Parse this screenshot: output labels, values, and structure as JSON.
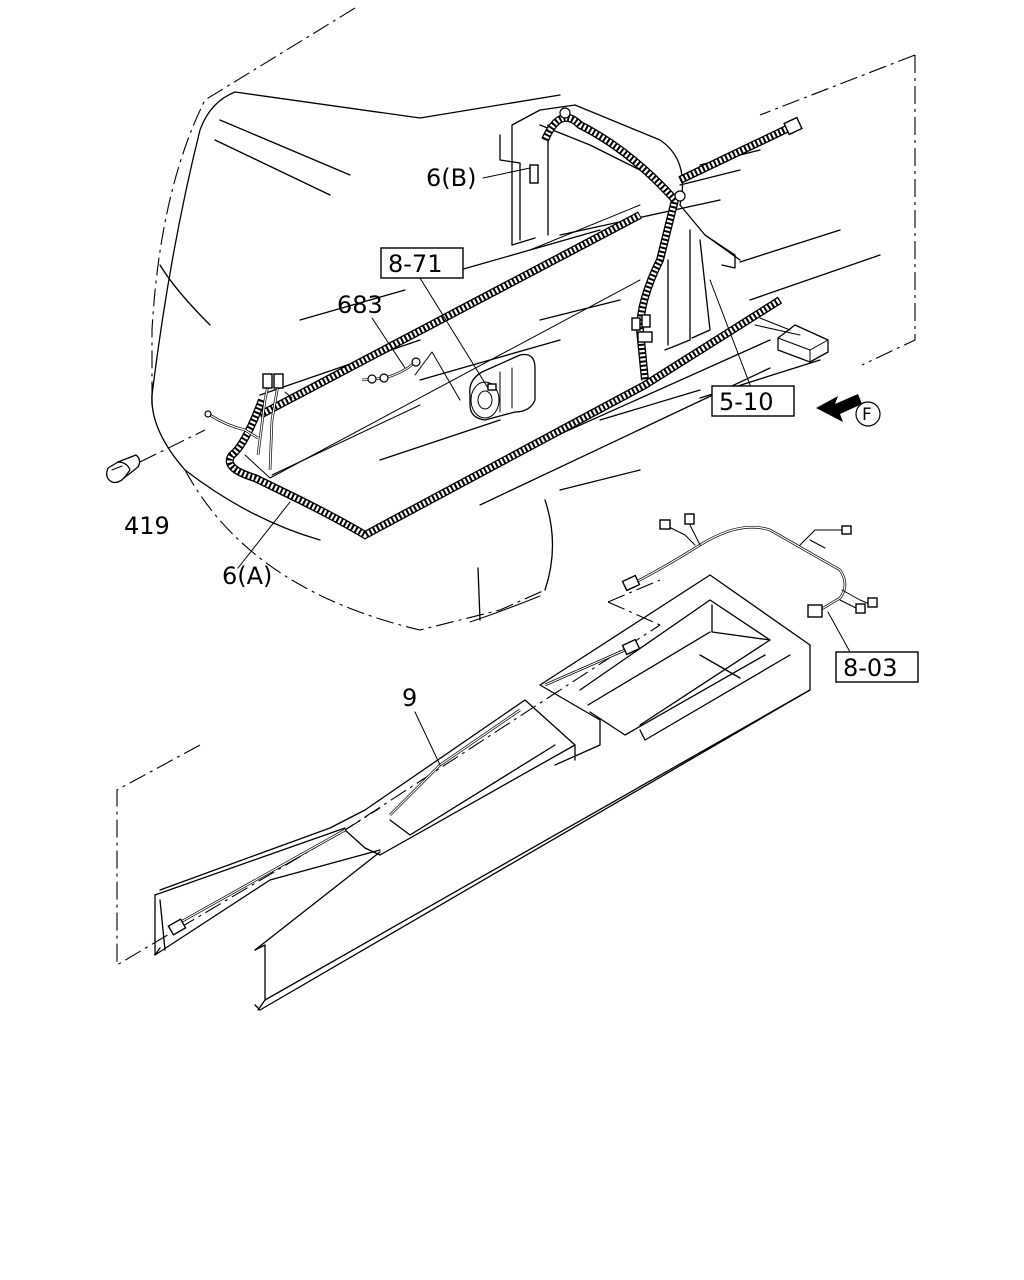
{
  "callouts": {
    "c6b": "6(B)",
    "c871": "8-71",
    "c683": "683",
    "c510": "5-10",
    "cf": "F",
    "c419": "419",
    "c6a": "6(A)",
    "c803": "8-03",
    "c9": "9"
  },
  "colors": {
    "line": "#000000",
    "background": "#ffffff"
  }
}
